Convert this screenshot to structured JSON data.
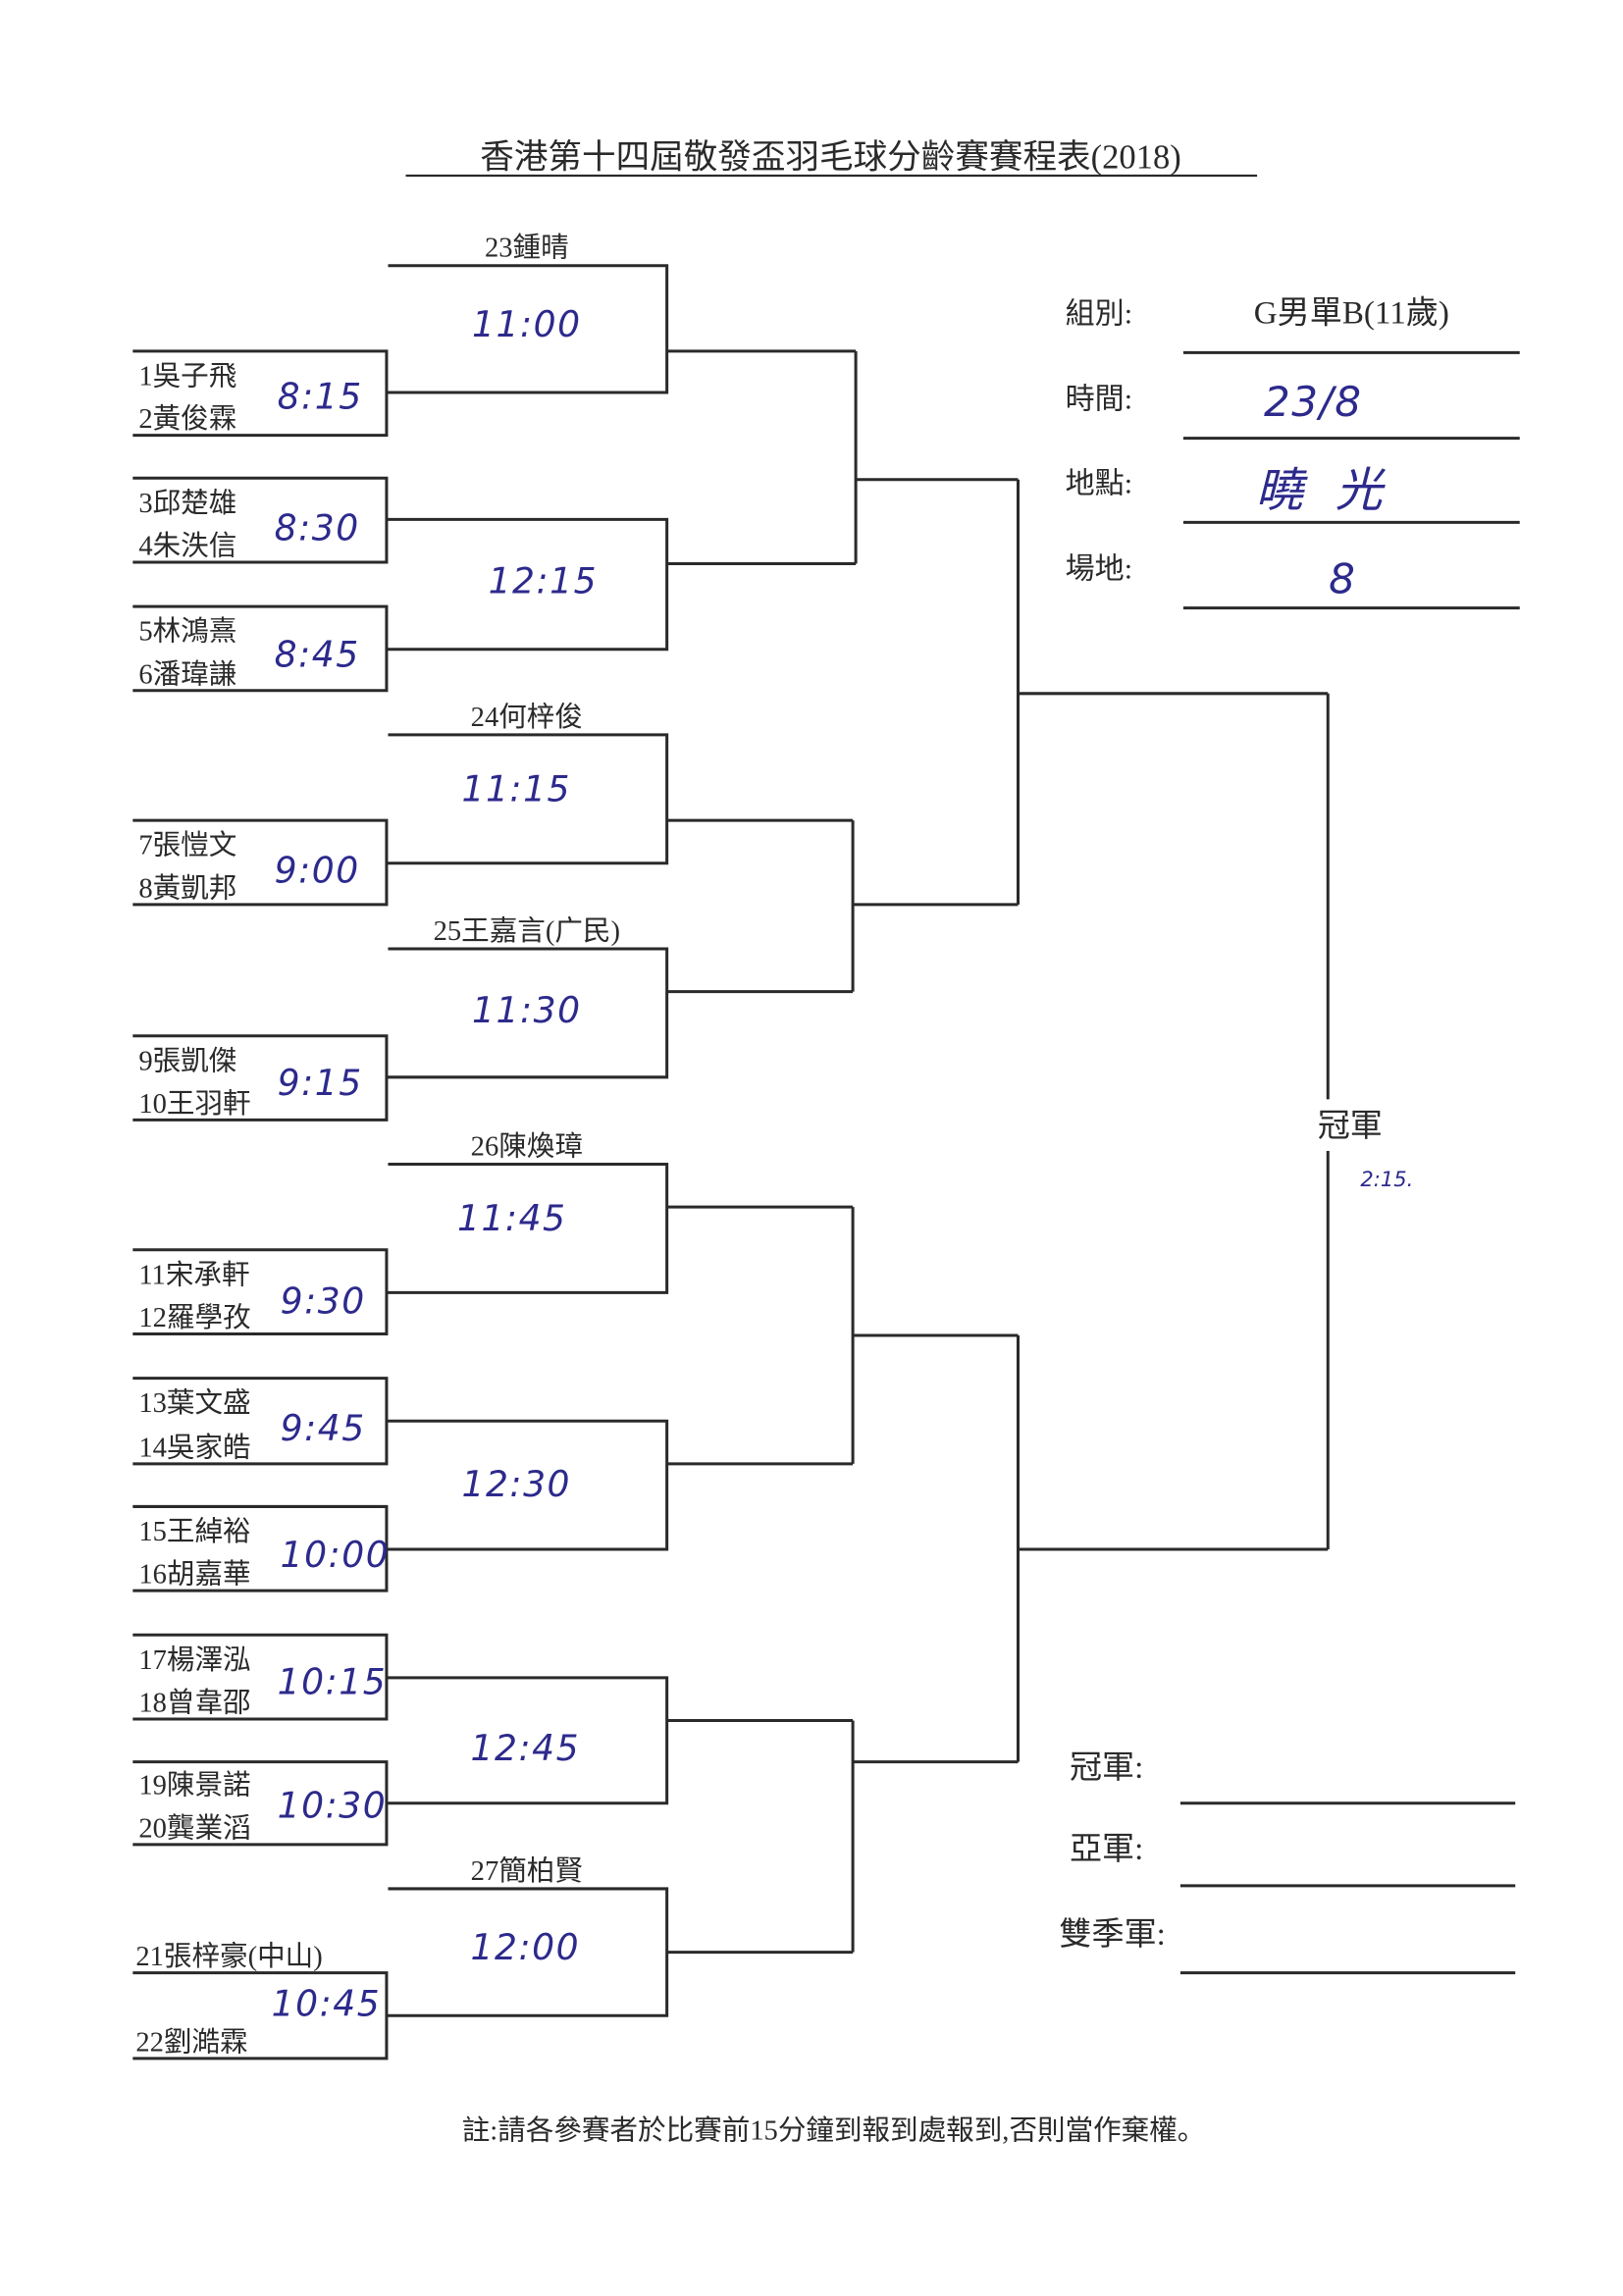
{
  "title": "香港第十四屆敬發盃羽毛球分齡賽賽程表(2018)",
  "info": {
    "group_label": "組別:",
    "group_value": "G男單B(11歲)",
    "date_label": "時間:",
    "date_value": "23/8",
    "place_label": "地點:",
    "place_value": "曉光",
    "court_label": "場地:",
    "court_value": "8"
  },
  "players": [
    "1吳子飛",
    "2黃俊霖",
    "3邱楚雄",
    "4朱泆信",
    "5林鴻熹",
    "6潘瑋謙",
    "7張愷文",
    "8黃凱邦",
    "9張凱傑",
    "10王羽軒",
    "11宋承軒",
    "12羅學孜",
    "13葉文盛",
    "14吳家皓",
    "15王綽裕",
    "16胡嘉華",
    "17楊澤泓",
    "18曾韋邵",
    "19陳景諾",
    "20龔業滔",
    "21張梓豪(中山)",
    "22劉澔霖"
  ],
  "seeded": [
    "23鍾晴",
    "24何梓俊",
    "25王嘉言(广民)",
    "26陳煥璋",
    "27簡柏賢"
  ],
  "round1_times": [
    "8:15",
    "8:30",
    "8:45",
    "9:00",
    "9:15",
    "9:30",
    "9:45",
    "10:00",
    "10:15",
    "10:30",
    "10:45"
  ],
  "round2_times": [
    "11:00",
    "12:15",
    "11:15",
    "11:30",
    "11:45",
    "12:30",
    "12:45",
    "12:00"
  ],
  "final": {
    "label": "冠軍",
    "time": "2:15."
  },
  "results": {
    "champion_label": "冠軍:",
    "runner_up_label": "亞軍:",
    "third_label": "雙季軍:"
  },
  "footnote": "註:請各參賽者於比賽前15分鐘到報到處報到,否則當作棄權。"
}
